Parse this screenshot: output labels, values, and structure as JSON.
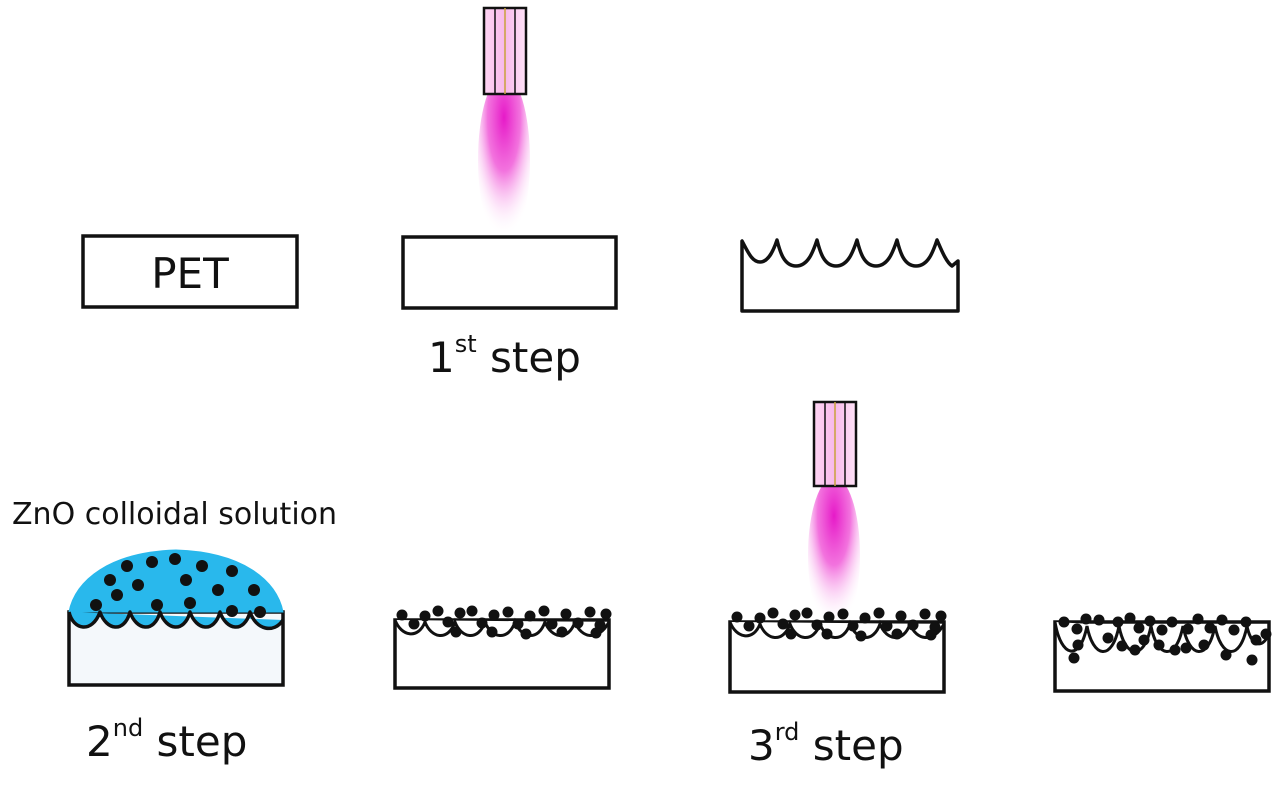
{
  "labels": {
    "pet": "PET",
    "step1_num": "1",
    "step1_sup": "st",
    "step1_word": " step",
    "solution": "ZnO colloidal solution",
    "step2_num": "2",
    "step2_sup": "nd",
    "step2_word": " step",
    "step3_num": "3",
    "step3_sup": "rd",
    "step3_word": " step"
  },
  "colors": {
    "outline": "#111111",
    "plasma": "#e619c8",
    "solution": "#29b8ec",
    "particle": "#111111"
  }
}
